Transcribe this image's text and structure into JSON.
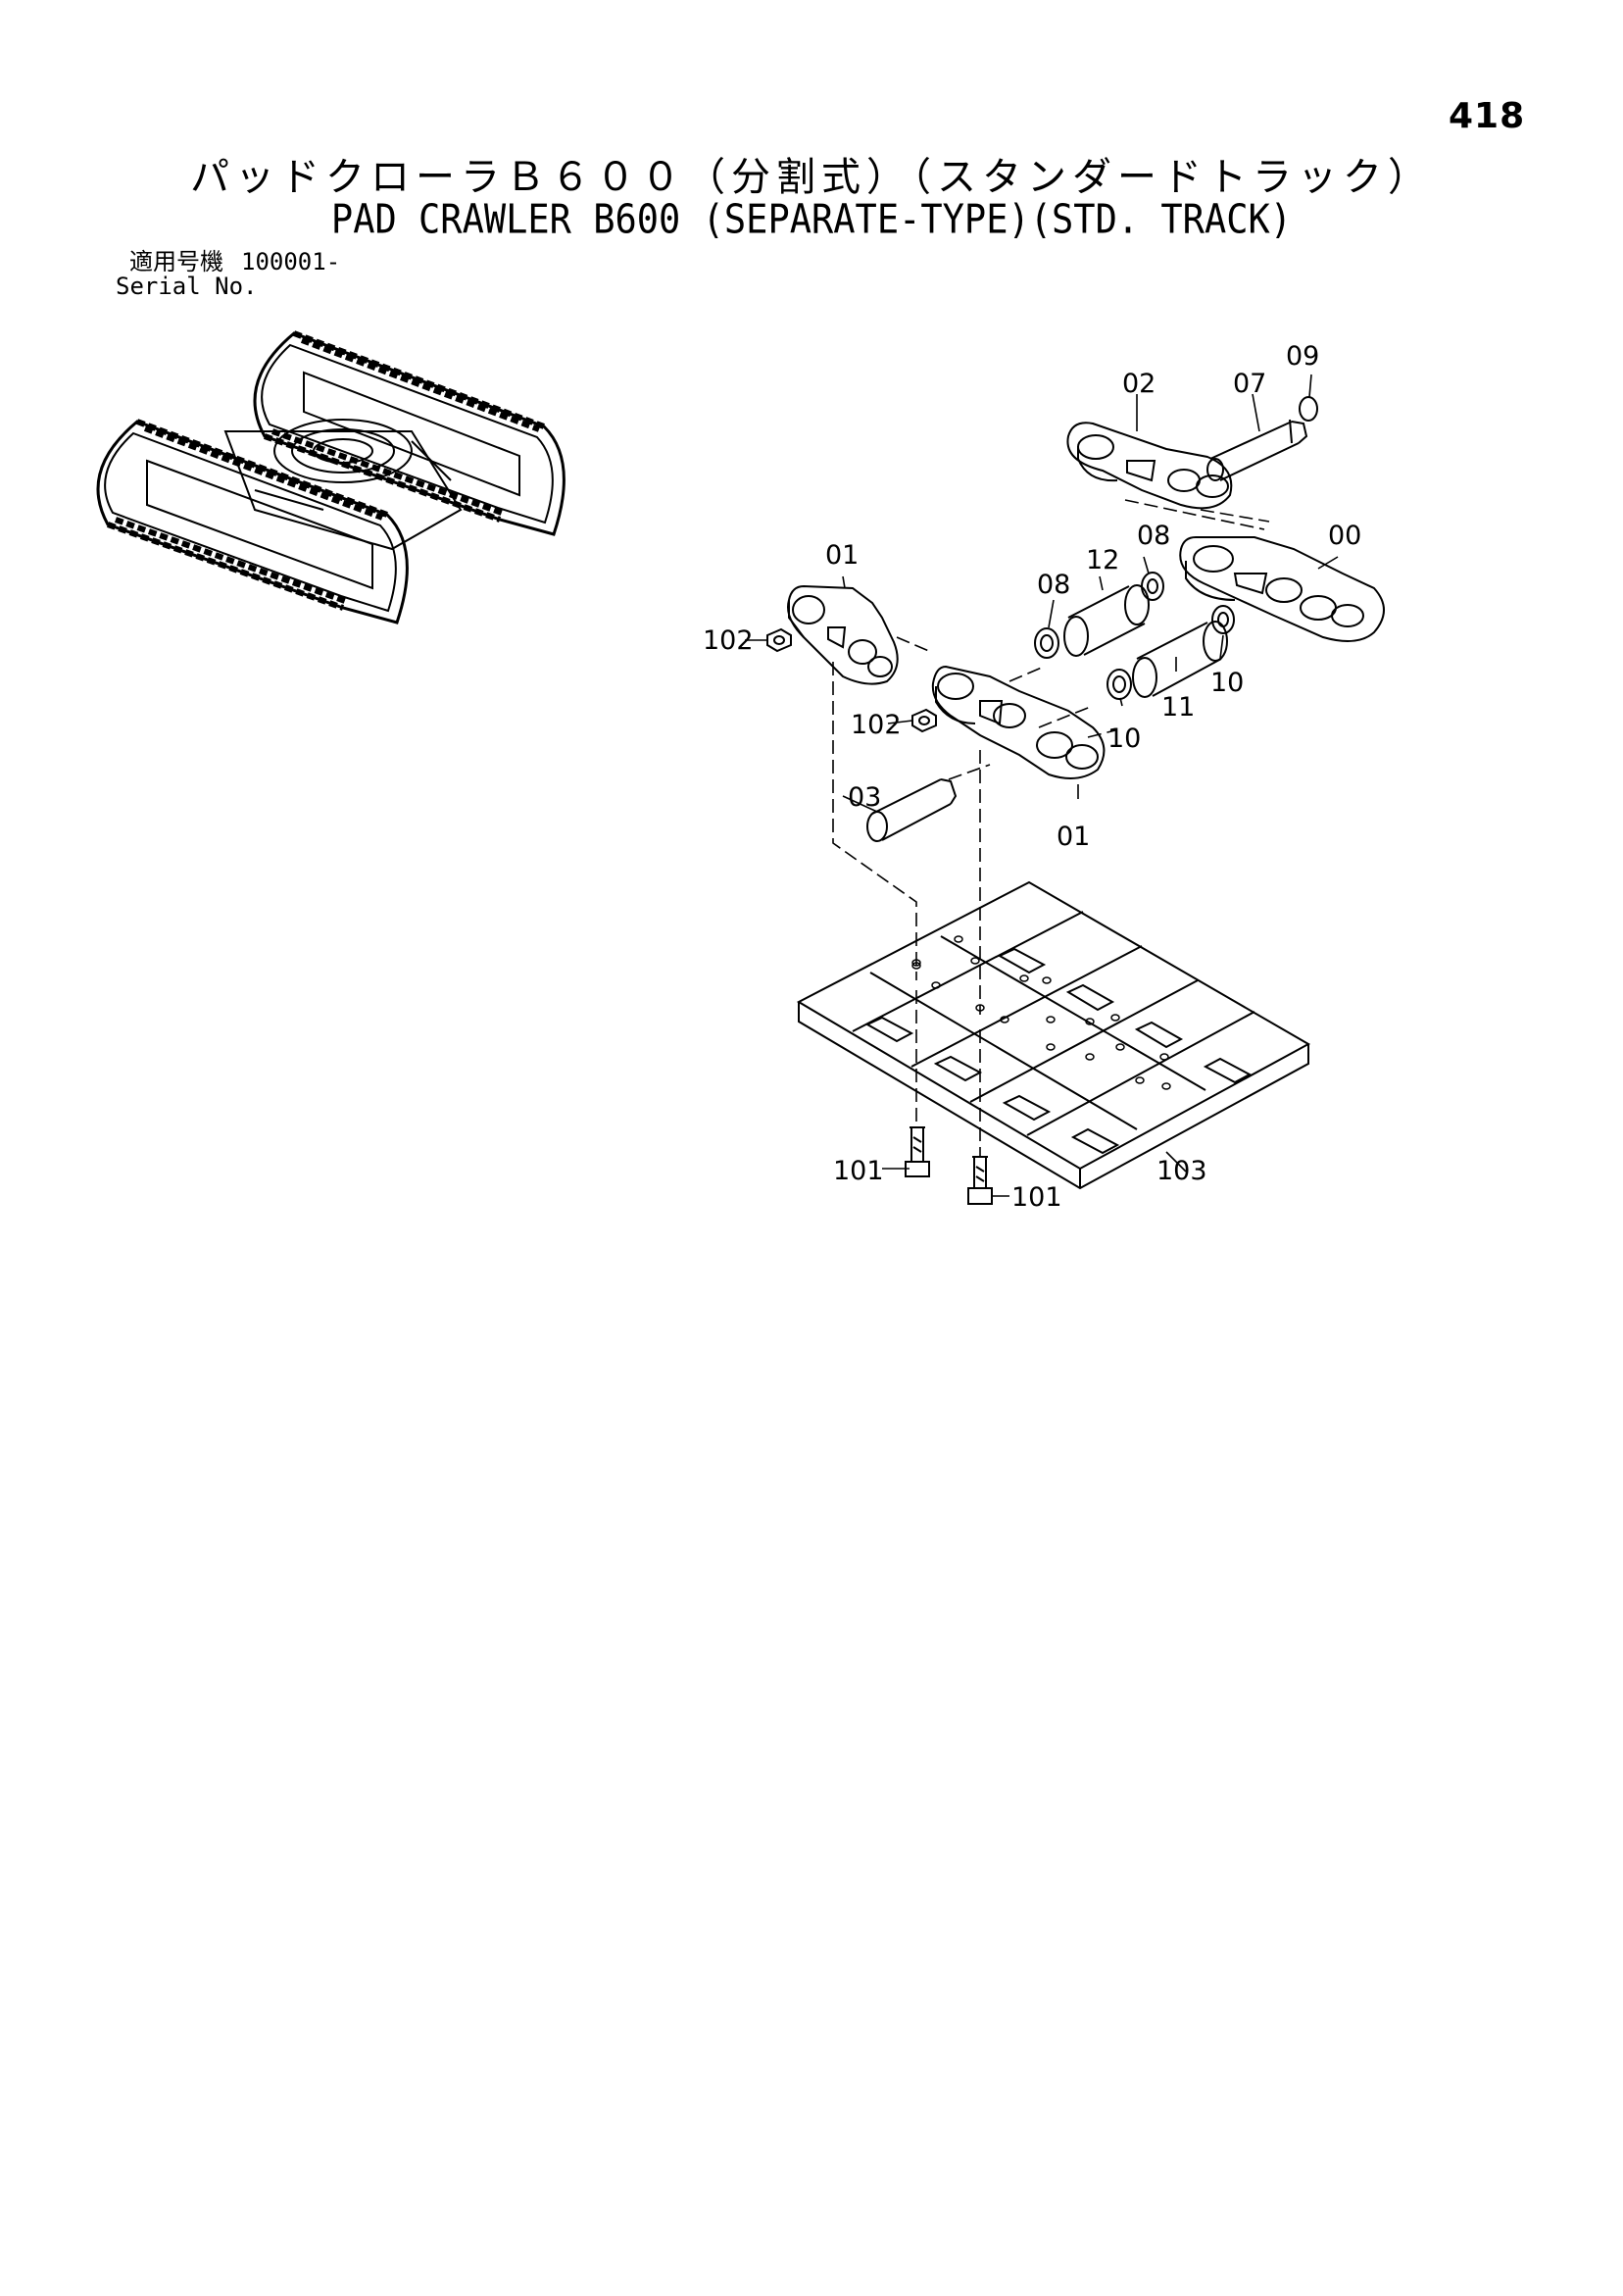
{
  "page_number": "418",
  "title_jp": "パッドクローラＢ６００（分割式）（スタンダードトラック）",
  "title_en": "PAD CRAWLER B600 (SEPARATE-TYPE)(STD. TRACK)",
  "serial": {
    "label_jp": "適用号機",
    "value": "100001-",
    "label_en": "Serial No."
  },
  "callouts": {
    "c00": "00",
    "c01a": "01",
    "c01b": "01",
    "c02": "02",
    "c03": "03",
    "c07": "07",
    "c08a": "08",
    "c08b": "08",
    "c09": "09",
    "c10a": "10",
    "c10b": "10",
    "c11": "11",
    "c12": "12",
    "c101a": "101",
    "c101b": "101",
    "c102a": "102",
    "c102b": "102",
    "c103": "103"
  }
}
